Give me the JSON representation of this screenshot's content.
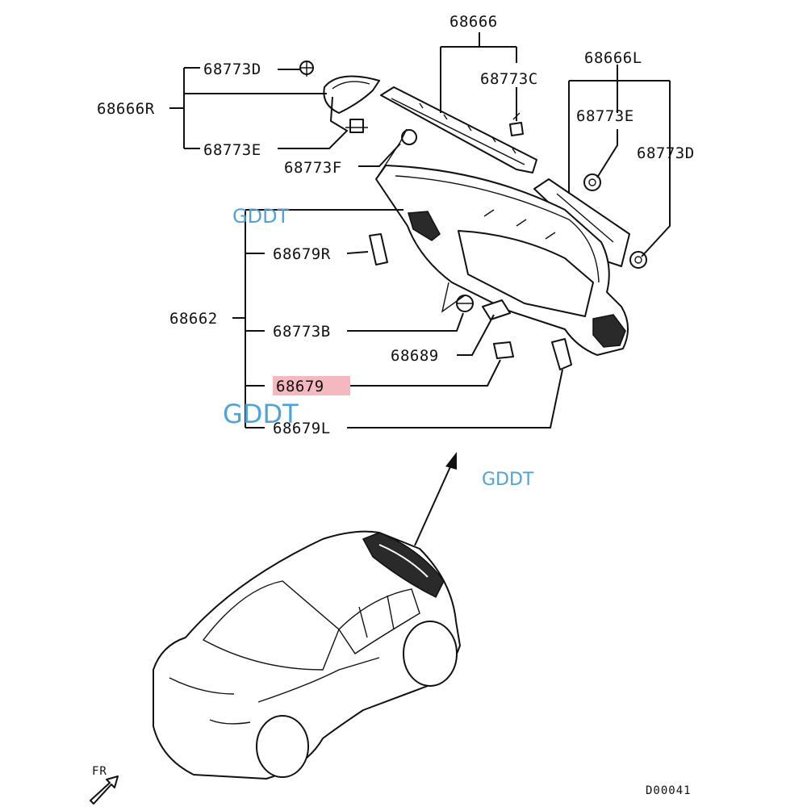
{
  "diagram": {
    "part_numbers": {
      "p68666": "68666",
      "p68666L": "68666L",
      "p68666R": "68666R",
      "p68773D_top": "68773D",
      "p68773C": "68773C",
      "p68773E_right": "68773E",
      "p68773D_right": "68773D",
      "p68773E_left": "68773E",
      "p68773F": "68773F",
      "p68679R": "68679R",
      "p68662": "68662",
      "p68773B": "68773B",
      "p68689": "68689",
      "p68679": "68679",
      "p68679L": "68679L"
    },
    "highlight_color": "#f4b8bf",
    "fr_label": "FR",
    "code": "D00041"
  },
  "watermarks": [
    "GDDT",
    "GDDT",
    "GDDT"
  ],
  "watermark_color": "#4fa3d9"
}
